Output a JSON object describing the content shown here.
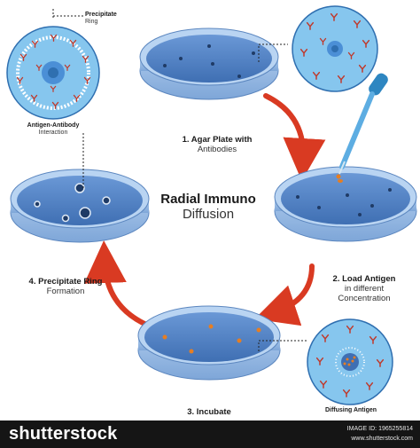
{
  "title": {
    "line1": "Radial Immuno",
    "line2": "Diffusion"
  },
  "steps": [
    {
      "bold": "1. Agar Plate with",
      "normal": "Antibodies"
    },
    {
      "bold": "2. Load Antigen",
      "normal": "in different",
      "normal2": "Concentration"
    },
    {
      "bold": "3. Incubate"
    },
    {
      "bold": "4. Precipitate Ring",
      "normal": "Formation"
    }
  ],
  "callouts": {
    "precipitate": {
      "line1": "Precipitate",
      "line2": "Ring"
    },
    "interaction": {
      "line1": "Antigen-Antibody",
      "line2": "Interaction"
    },
    "diffusing": "Diffusing Antigen"
  },
  "footer": {
    "brand": "shutterstock",
    "image_id": "IMAGE ID: 1965255814",
    "site": "www.shutterstock.com"
  },
  "colors": {
    "agar": "#4f82c6",
    "dish_rim": "#8fb7e6",
    "detail_bg": "#86c6ee",
    "antibody": "#c0392b",
    "arrow": "#d93a22"
  }
}
